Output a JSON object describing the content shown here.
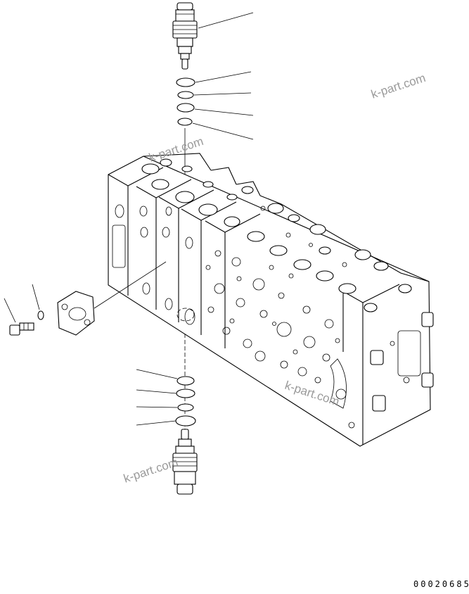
{
  "diagram": {
    "watermarks": [
      "k-part.com",
      "k-part.com",
      "k-part.com",
      "k-part.com"
    ],
    "figure_code": "00020685",
    "line_color": "#000000",
    "watermark_color": "#9a9a9a"
  }
}
